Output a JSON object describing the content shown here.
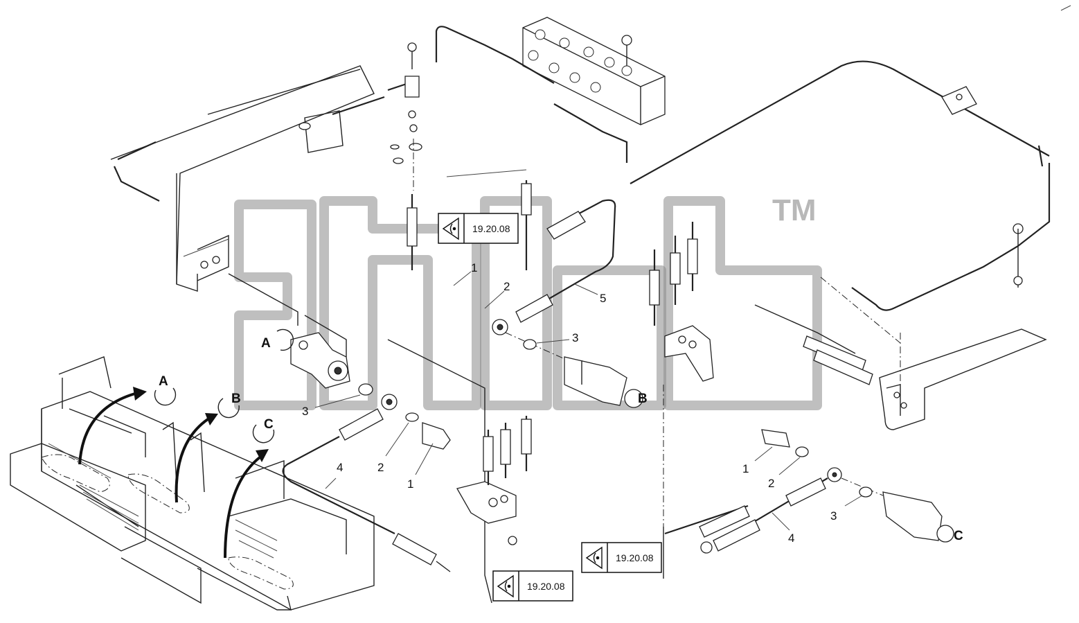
{
  "watermark": {
    "trademark": "TM"
  },
  "view_refs": [
    {
      "id": "ref-top",
      "label": "19.20.08"
    },
    {
      "id": "ref-bottom-mid",
      "label": "19.20.08"
    },
    {
      "id": "ref-bottom-right",
      "label": "19.20.08"
    }
  ],
  "detail_markers": {
    "a": "A",
    "b": "B",
    "c": "C"
  },
  "callouts": {
    "one": "1",
    "two": "2",
    "three": "3",
    "four": "4",
    "five": "5"
  }
}
